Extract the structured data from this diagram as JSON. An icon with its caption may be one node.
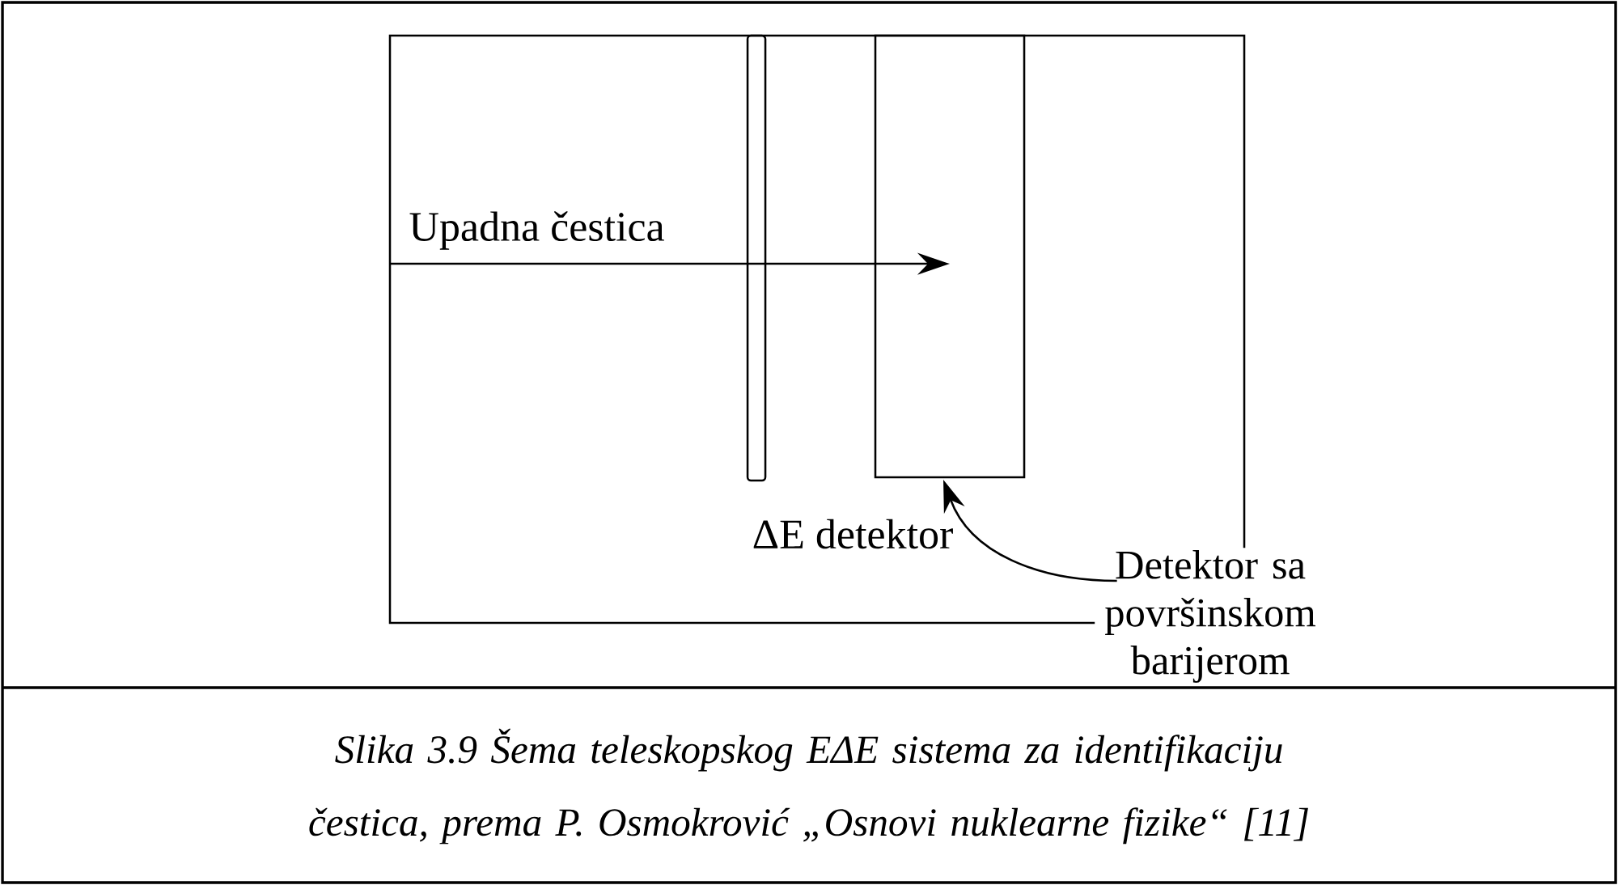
{
  "diagram": {
    "caption": "Slika 3.9  Šema teleskopskog EΔE sistema za identifikaciju čestica, prema P. Osmokrović „Osnovi nuklearne fizike“ [11]",
    "nodes": [
      {
        "text": [],
        "shape": "bar",
        "beside": [
          "ΔE detektor"
        ]
      },
      {
        "text": [],
        "shape": "box"
      },
      {
        "text": [
          "Detektor sa površinskom barijerom"
        ]
      }
    ],
    "edges": [
      {
        "from": null,
        "to": 1,
        "arrow": "to",
        "label": "Upadna čestica"
      },
      {
        "from": 2,
        "to": 1,
        "arrow": "to"
      }
    ]
  }
}
